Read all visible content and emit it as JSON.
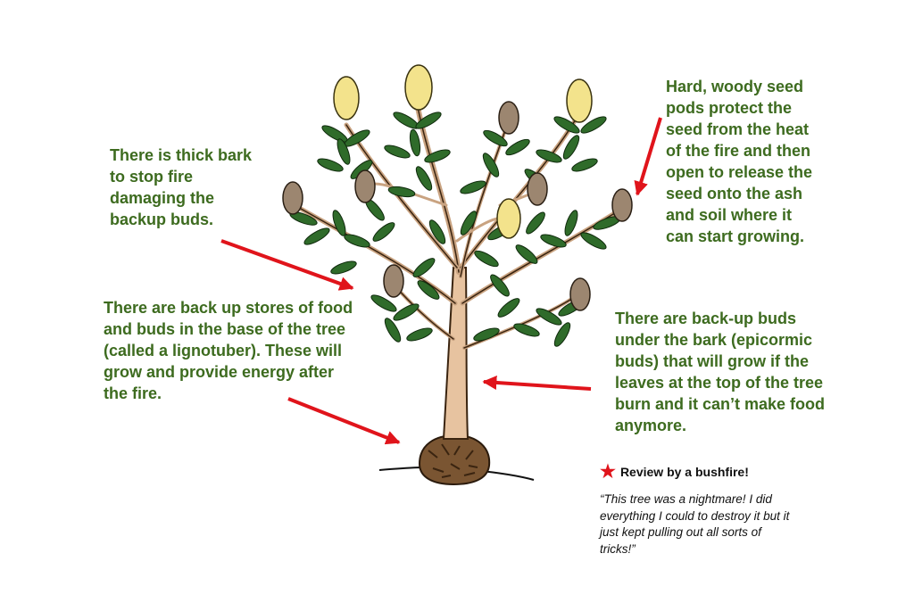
{
  "annotations": {
    "thick_bark": "There is thick bark to stop fire damaging the backup buds.",
    "seed_pods": "Hard, woody seed pods protect the seed from the heat of the fire and then open to release the seed onto the ash and soil where it can start growing.",
    "lignotuber": "There are back up stores of food and buds in the base of the tree (called a lignotuber). These will grow and provide energy after the fire.",
    "epicormic": "There are back-up buds under the bark (epicormic buds) that will grow if the leaves at the top of the tree burn and it can’t make food anymore."
  },
  "review": {
    "icon": "star-icon",
    "heading": "Review by a bushfire!",
    "quote": "“This tree was a nightmare! I did everything I could to destroy it but it just kept pulling out all sorts of tricks!”"
  },
  "colors": {
    "label_text": "#3d6b1f",
    "arrow": "#e0141b",
    "leaf": "#2f6b2a",
    "flower": "#f3e38c",
    "seed_pod": "#9c8670",
    "trunk": "#e7c3a0",
    "lignotuber": "#7a5532"
  }
}
